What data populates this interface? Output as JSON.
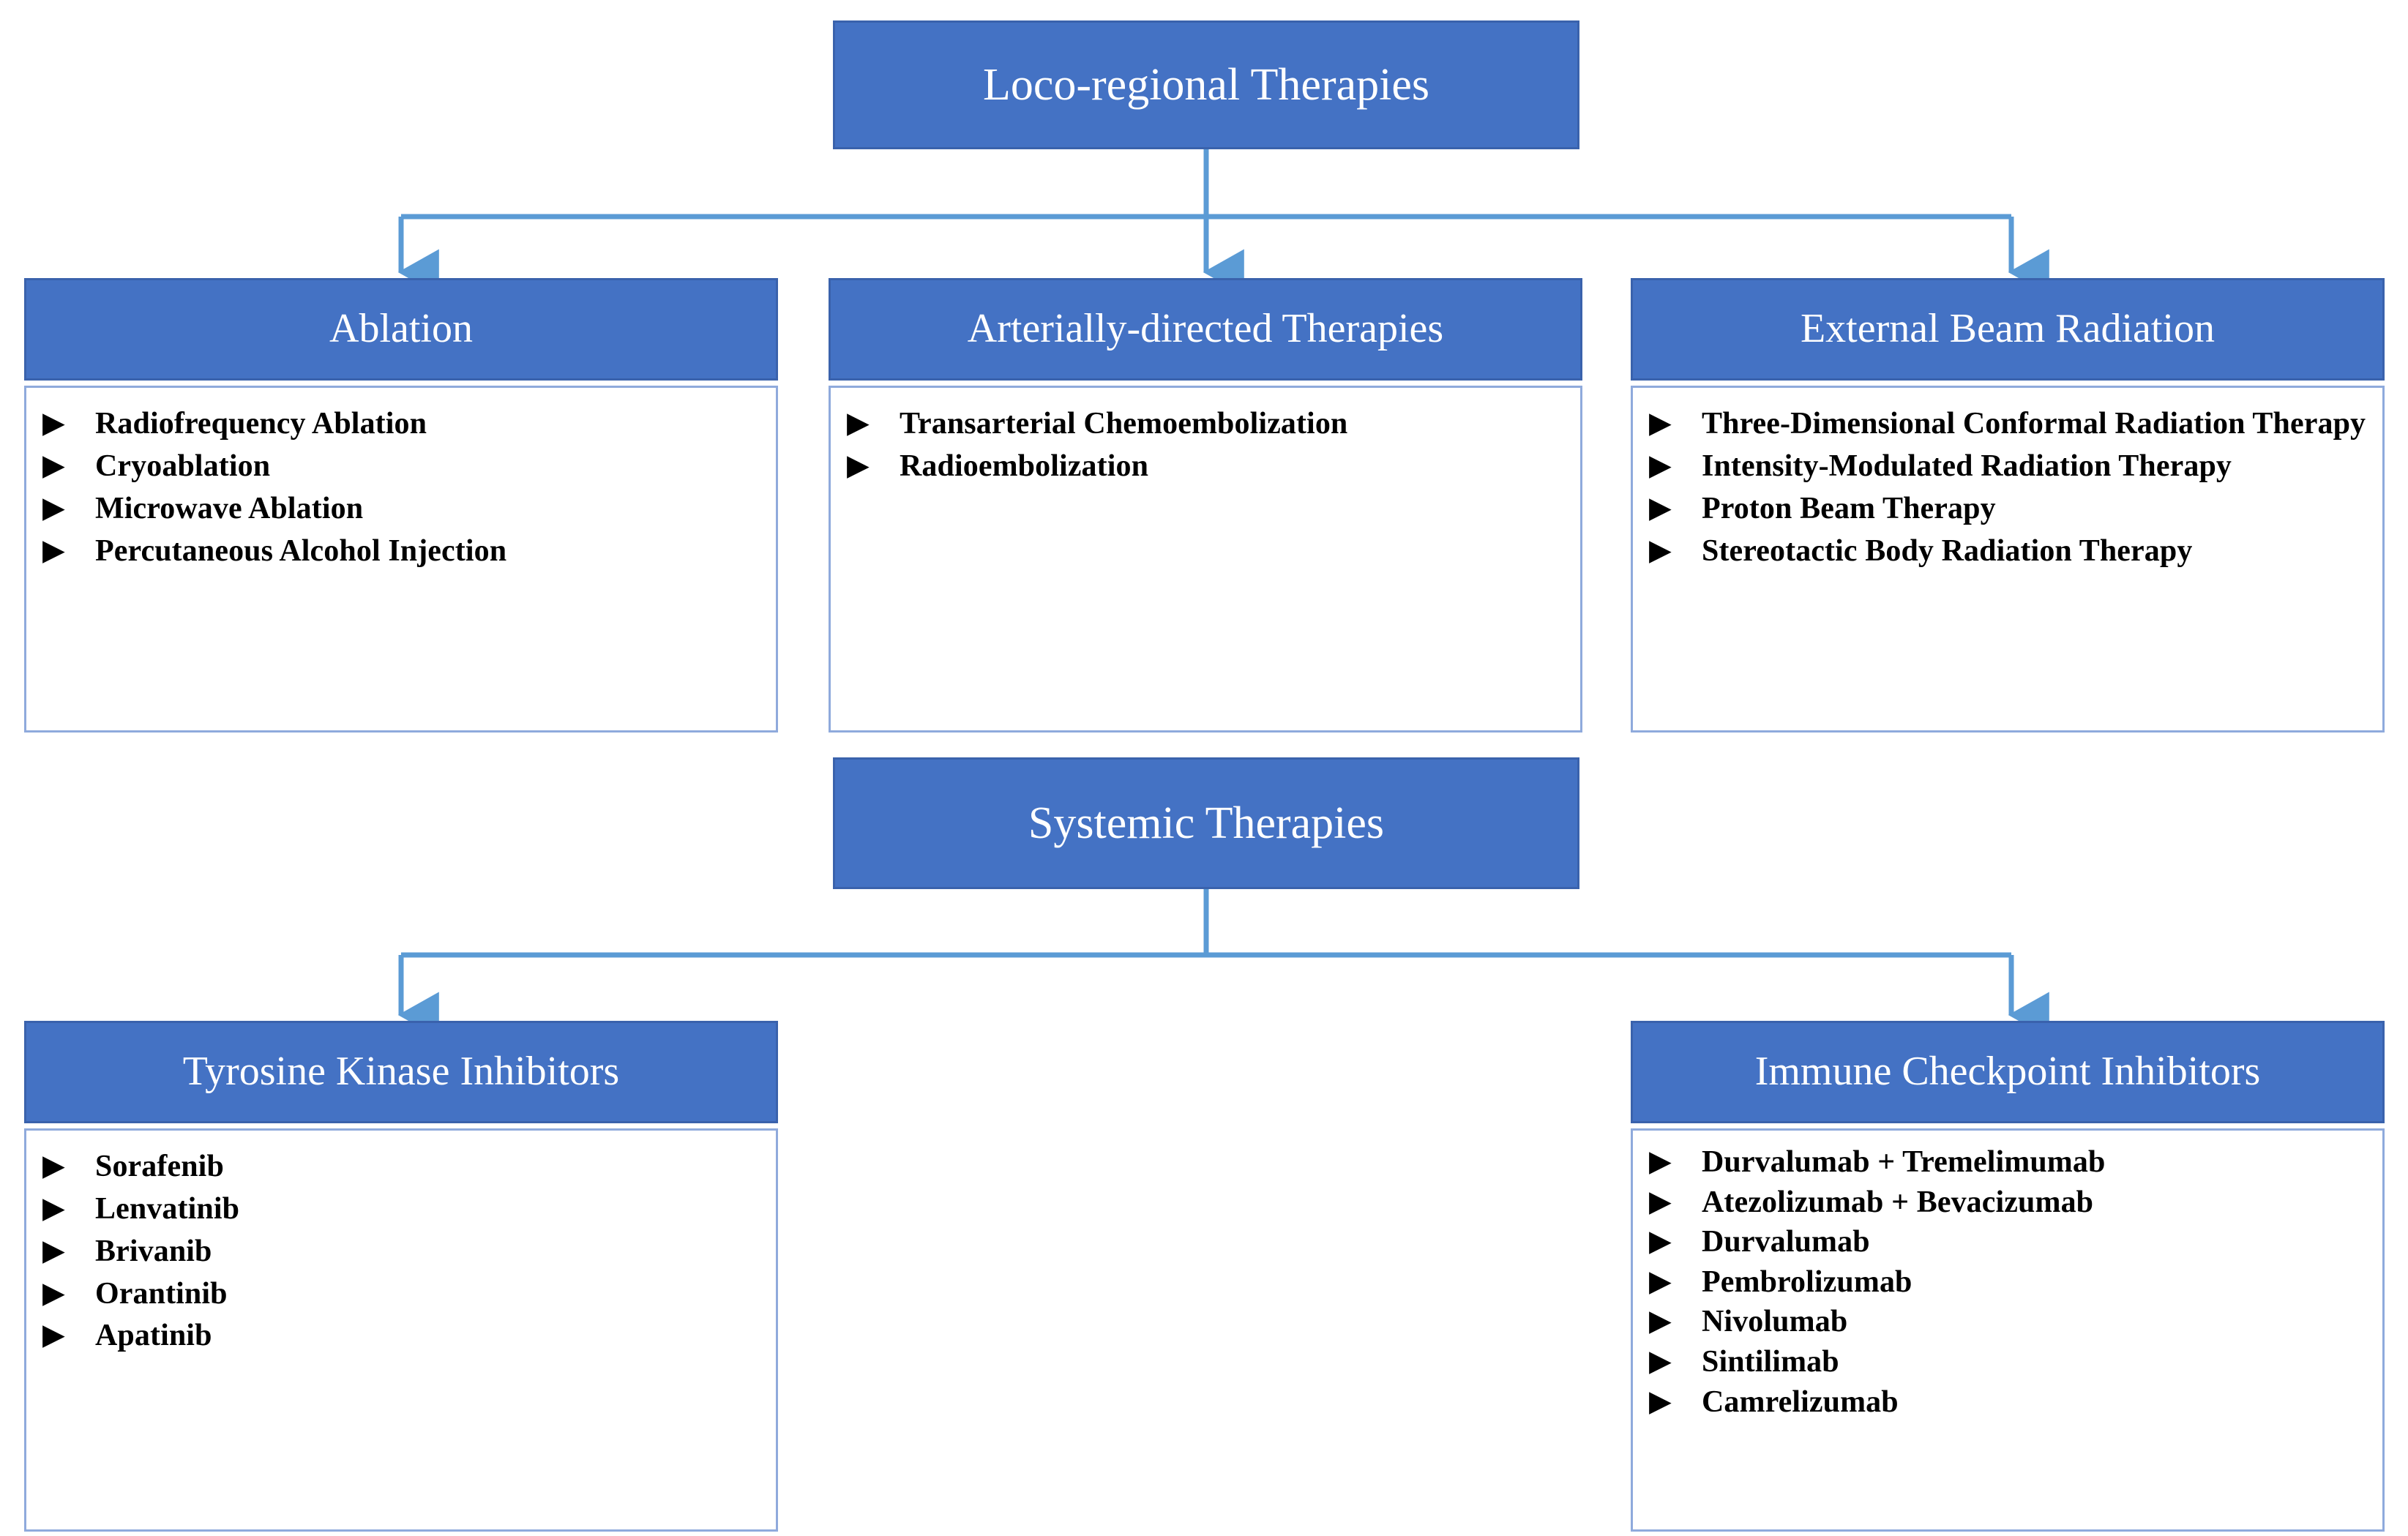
{
  "diagram": {
    "bullet_glyph": "▶",
    "colors": {
      "header_fill": "#4472C4",
      "header_border": "#3A62AC",
      "body_border": "#8FAADC",
      "connector": "#5B9BD5",
      "header_text": "#FFFFFF",
      "body_text": "#000000",
      "background": "#FFFFFF"
    },
    "sections": [
      {
        "id": "loco-regional",
        "title": "Loco-regional Therapies",
        "children": [
          {
            "id": "ablation",
            "title": "Ablation",
            "items": [
              "Radiofrequency Ablation",
              "Cryoablation",
              "Microwave Ablation",
              "Percutaneous Alcohol Injection"
            ]
          },
          {
            "id": "arterially-directed-therapies",
            "title": "Arterially-directed Therapies",
            "items": [
              "Transarterial Chemoembolization",
              "Radioembolization"
            ]
          },
          {
            "id": "external-beam-radiation",
            "title": "External Beam Radiation",
            "items": [
              "Three-Dimensional Conformal Radiation Therapy",
              "Intensity-Modulated Radiation Therapy",
              "Proton Beam Therapy",
              "Stereotactic Body Radiation Therapy"
            ]
          }
        ]
      },
      {
        "id": "systemic",
        "title": "Systemic Therapies",
        "children": [
          {
            "id": "tyrosine-kinase-inhibitors",
            "title": "Tyrosine Kinase Inhibitors",
            "items": [
              "Sorafenib",
              "Lenvatinib",
              "Brivanib",
              "Orantinib",
              "Apatinib"
            ]
          },
          {
            "id": "immune-checkpoint-inhibitors",
            "title": "Immune Checkpoint Inhibitors",
            "items": [
              "Durvalumab + Tremelimumab",
              "Atezolizumab + Bevacizumab",
              "Durvalumab",
              "Pembrolizumab",
              "Nivolumab",
              "Sintilimab",
              "Camrelizumab"
            ]
          }
        ]
      }
    ]
  }
}
